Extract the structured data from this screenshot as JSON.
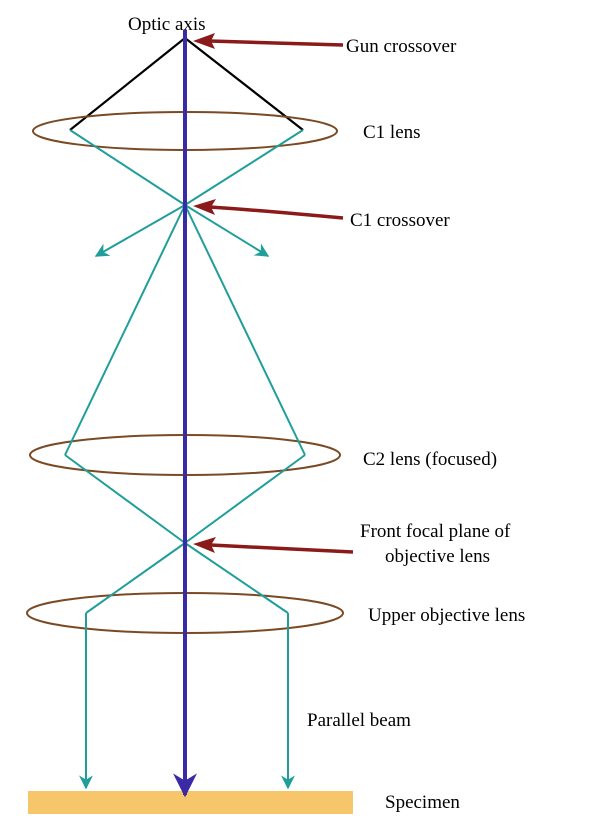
{
  "labels": {
    "optic_axis": "Optic axis",
    "gun_crossover": "Gun crossover",
    "c1_lens": "C1 lens",
    "c1_crossover": "C1 crossover",
    "c2_lens": "C2 lens (focused)",
    "front_focal_line1": "Front focal plane of",
    "front_focal_line2": "objective lens",
    "upper_objective_lens": "Upper objective lens",
    "parallel_beam": "Parallel beam",
    "specimen": "Specimen"
  },
  "colors": {
    "optic_axis": "#3b2aa6",
    "ray": "#1f9e9a",
    "gun_ray": "#000000",
    "lens": "#7a4a24",
    "pointer_arrow": "#8b1a1a",
    "specimen": "#f7c56a"
  }
}
